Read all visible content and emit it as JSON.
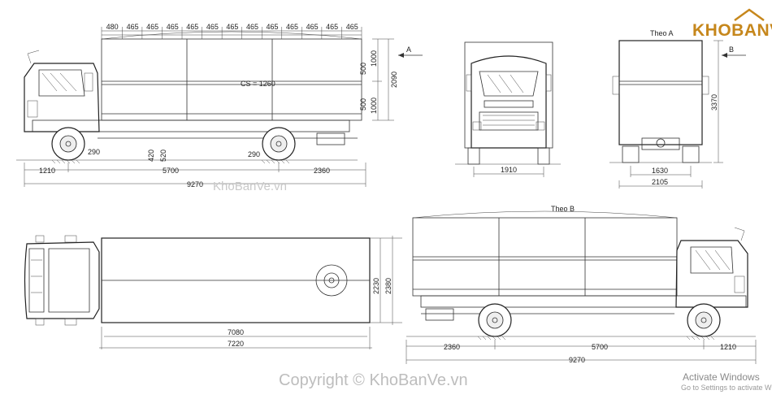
{
  "brand": {
    "logo_text": "KHOBANVE",
    "watermark_center": "KhoBanVe.vn",
    "watermark_bottom": "Copyright © KhoBanVe.vn"
  },
  "windows": {
    "activate_title": "Activate Windows",
    "activate_sub": "Go to Settings to activate Windows."
  },
  "side_view": {
    "top_dims": [
      "480",
      "465",
      "465",
      "465",
      "465",
      "465",
      "465",
      "465",
      "465",
      "465",
      "465",
      "465",
      "465"
    ],
    "height_dims": [
      "1000",
      "2090",
      "500",
      "500",
      "1000"
    ],
    "cs_label": "CS = 1260",
    "small_dims": [
      "290",
      "290",
      "420",
      "520"
    ],
    "bottom_dims": [
      "1210",
      "5700",
      "2360"
    ],
    "overall_length": "9270",
    "arrow_label": "A"
  },
  "front_view": {
    "track": "1910"
  },
  "rear_view": {
    "title": "Theo A",
    "track": "1630",
    "width": "2105",
    "height": "3370",
    "arrow_label": "B"
  },
  "top_view": {
    "inner_length": "7080",
    "outer_length": "7220",
    "inner_width": "2230",
    "outer_width": "2380"
  },
  "side_b_view": {
    "title": "Theo B",
    "bottom_dims": [
      "2360",
      "5700",
      "1210"
    ],
    "overall_length": "9270"
  }
}
